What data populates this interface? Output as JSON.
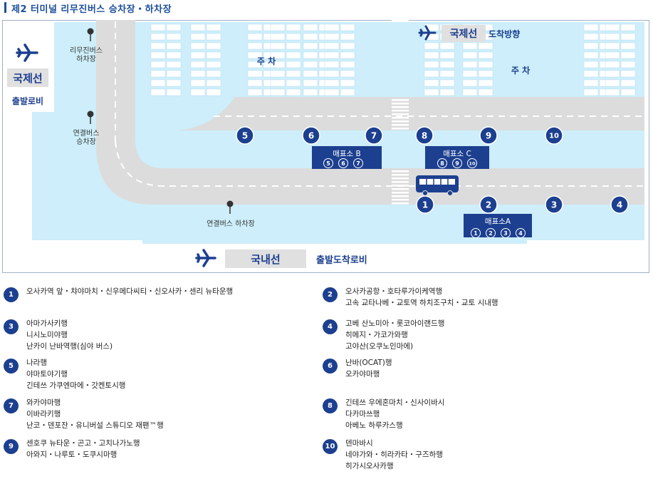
{
  "title": "제2 터미널 리무진버스 승차장・하차장",
  "map": {
    "intl_departure": {
      "label": "국제선",
      "sub": "출발로비"
    },
    "intl_arrival": {
      "label": "국제선",
      "sub": "도착방향"
    },
    "domestic_arrival": {
      "label": "국내선",
      "sub": "출발도착로비"
    },
    "parking_labels": [
      "주 차",
      "주 차"
    ],
    "pins": [
      "리무진버스\n하차장",
      "연결버스\n승차장",
      "연결버스 하차장"
    ],
    "booth_b": {
      "label": "매표소 B",
      "stops": [
        "5",
        "6",
        "7"
      ]
    },
    "booth_c": {
      "label": "매표소 C",
      "stops": [
        "8",
        "9",
        "10"
      ]
    },
    "booth_a": {
      "label": "매표소A",
      "stops": [
        "1",
        "2",
        "3",
        "4"
      ]
    },
    "upper_stops": [
      "5",
      "6",
      "7",
      "8",
      "9",
      "10"
    ],
    "lower_stops": [
      "1",
      "2",
      "3",
      "4"
    ],
    "colors": {
      "navy": "#1c3f8f",
      "road": "#dcdcdc",
      "sky": "#cdeefa",
      "lane": "#bfe6f5"
    }
  },
  "routes": [
    {
      "num": "1",
      "lines": [
        "오사카역 앞・챠야마치・신우메다씨티・신오사카・센리 뉴타운행"
      ]
    },
    {
      "num": "2",
      "lines": [
        "오사카공항・호타루가이케역행",
        "고속 교타나베・교토역 하치조구치・교토 시내행"
      ]
    },
    {
      "num": "3",
      "lines": [
        "아마가사키행",
        "니시노미야행",
        "난카이 난바역행(심야 버스)"
      ]
    },
    {
      "num": "4",
      "lines": [
        "고베 산노미아・롯코아이랜드행",
        "히메지・가코가와행",
        "고야산(오쿠노인마에)"
      ]
    },
    {
      "num": "5",
      "lines": [
        "나라행",
        "야마토야기행",
        "긴테쓰 가쿠엔마에・갓켄토시행"
      ]
    },
    {
      "num": "6",
      "lines": [
        "난바(OCAT)행",
        "오카야마행"
      ]
    },
    {
      "num": "7",
      "lines": [
        "와카야마행",
        "이바라키행",
        "난코・덴포잔・유니버설 스튜디오 재팬™행"
      ]
    },
    {
      "num": "8",
      "lines": [
        "긴테쓰 우에혼마치・신사이바시",
        "다카마쓰행",
        "아베노 하루카스행"
      ]
    },
    {
      "num": "9",
      "lines": [
        "센호쿠 뉴타운・곤고・고치나가노행",
        "아와지・나루토・도쿠시마행"
      ]
    },
    {
      "num": "10",
      "lines": [
        "덴마바시",
        "네야가와・히라카타・구즈하행",
        "히가시오사카행"
      ]
    }
  ]
}
